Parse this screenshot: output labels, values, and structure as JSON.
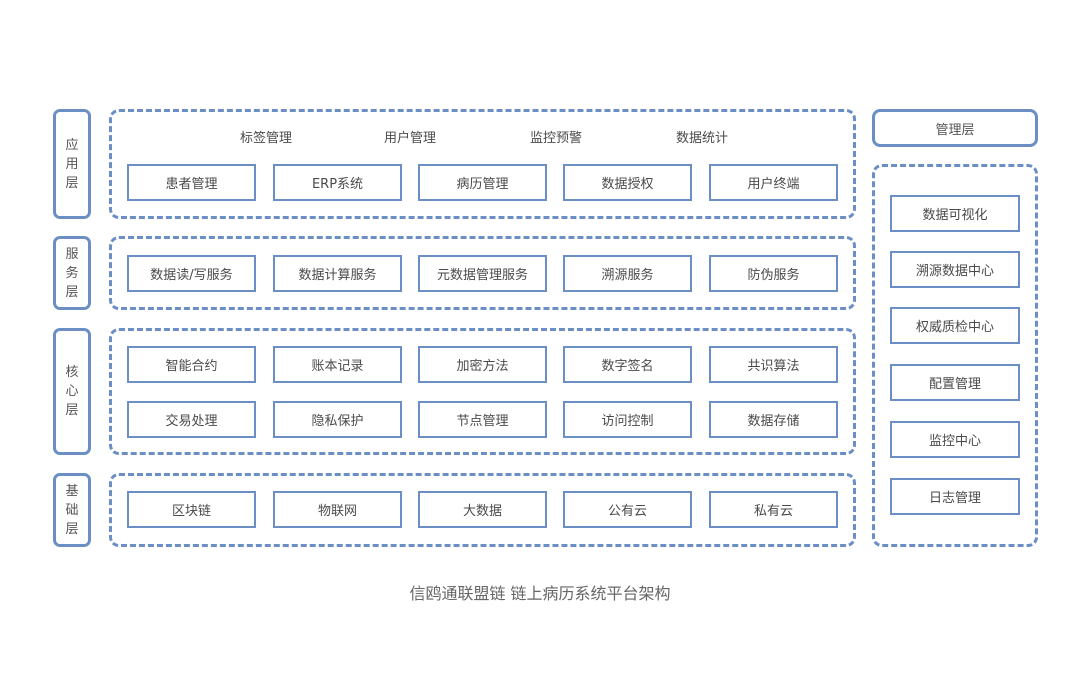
{
  "layers": {
    "app": {
      "chars": [
        "应",
        "用",
        "层"
      ]
    },
    "service": {
      "chars": [
        "服",
        "务",
        "层"
      ]
    },
    "core": {
      "chars": [
        "核",
        "心",
        "层"
      ]
    },
    "base": {
      "chars": [
        "基",
        "础",
        "层"
      ]
    }
  },
  "app_plain": [
    "标签管理",
    "用户管理",
    "监控预警",
    "数据统计"
  ],
  "app_boxes": [
    "患者管理",
    "ERP系统",
    "病历管理",
    "数据授权",
    "用户终端"
  ],
  "service_boxes": [
    "数据读/写服务",
    "数据计算服务",
    "元数据管理服务",
    "溯源服务",
    "防伪服务"
  ],
  "core_row1": [
    "智能合约",
    "账本记录",
    "加密方法",
    "数字签名",
    "共识算法"
  ],
  "core_row2": [
    "交易处理",
    "隐私保护",
    "节点管理",
    "访问控制",
    "数据存储"
  ],
  "base_boxes": [
    "区块链",
    "物联网",
    "大数据",
    "公有云",
    "私有云"
  ],
  "management": {
    "header": "管理层",
    "items": [
      "数据可视化",
      "溯源数据中心",
      "权威质检中心",
      "配置管理",
      "监控中心",
      "日志管理"
    ]
  },
  "caption": "信鸥通联盟链 链上病历系统平台架构",
  "colors": {
    "border": "#6b8fc4",
    "text": "#4a4a4a"
  }
}
